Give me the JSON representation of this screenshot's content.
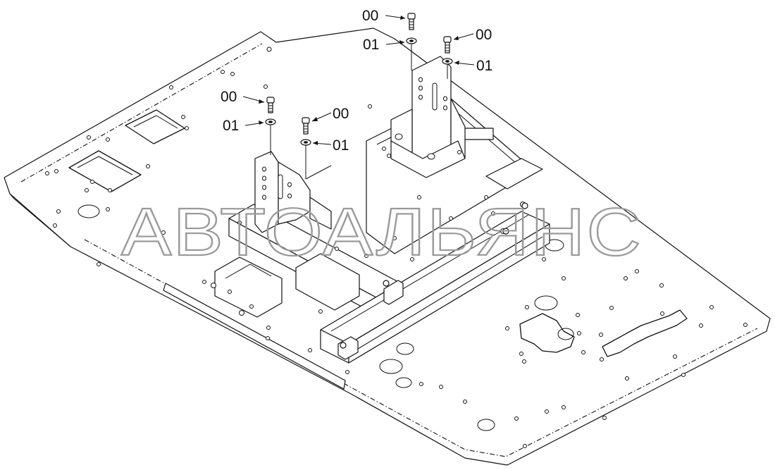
{
  "callouts": [
    {
      "id": "a",
      "text": "00"
    },
    {
      "id": "b",
      "text": "01"
    },
    {
      "id": "c",
      "text": "00"
    },
    {
      "id": "d",
      "text": "01"
    },
    {
      "id": "e",
      "text": "00"
    },
    {
      "id": "f",
      "text": "01"
    },
    {
      "id": "g",
      "text": "00"
    },
    {
      "id": "h",
      "text": "01"
    }
  ],
  "watermark": "АВТОАЛЬЯНС"
}
